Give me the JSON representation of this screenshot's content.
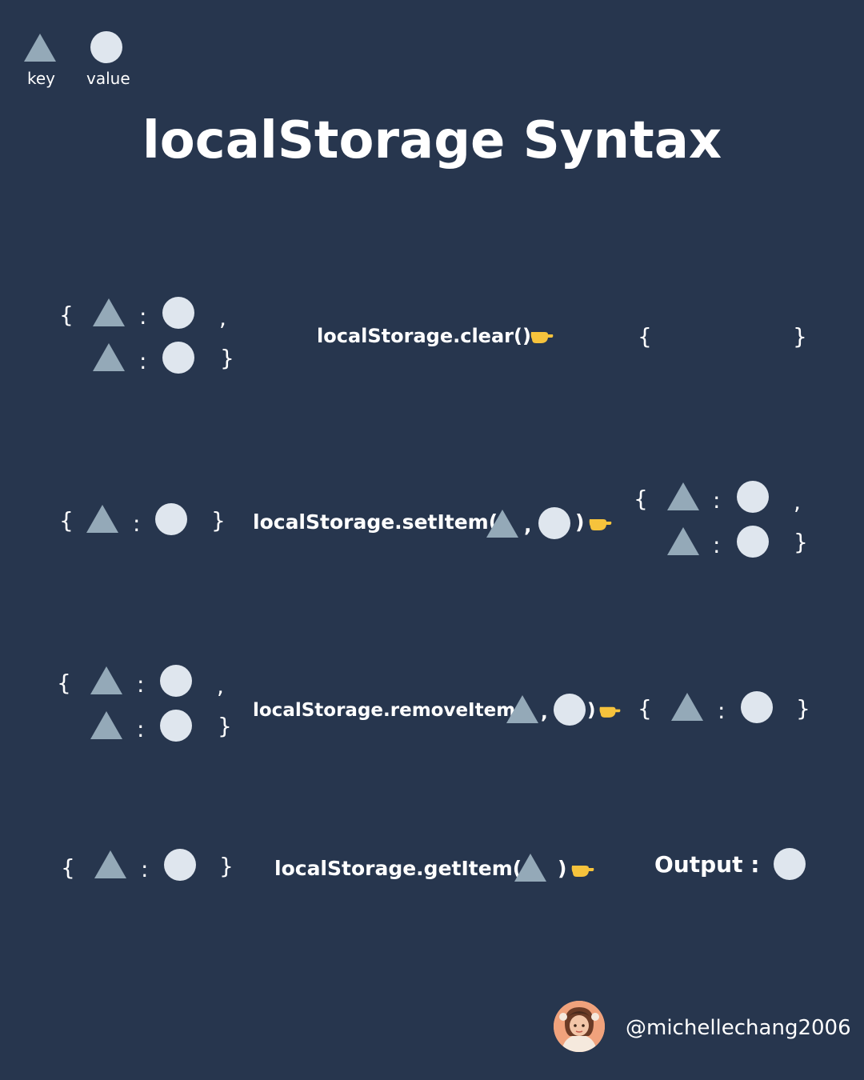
{
  "legend": {
    "key_label": "key",
    "value_label": "value"
  },
  "title": "localStorage Syntax",
  "symbols": {
    "open_brace": "{",
    "close_brace": "}",
    "colon": ":",
    "comma": ","
  },
  "rows": [
    {
      "method": "localStorage.clear()"
    },
    {
      "method_prefix": "localStorage.setItem(",
      "comma": ",",
      "close_paren": ")"
    },
    {
      "method_prefix": "localStorage.removeItem(",
      "comma": ",",
      "close_paren": ")"
    },
    {
      "method_prefix": "localStorage.getItem(",
      "close_paren": ")",
      "output_label": "Output :"
    }
  ],
  "author": {
    "handle": "@michellechang2006"
  },
  "colors": {
    "background": "#27364e",
    "key_shape": "#94a9b8",
    "value_shape": "#dfe6ee",
    "hand": "#f6c33c"
  },
  "icons": {
    "key": "triangle-icon",
    "value": "circle-icon",
    "arrow": "pointing-hand-icon"
  }
}
